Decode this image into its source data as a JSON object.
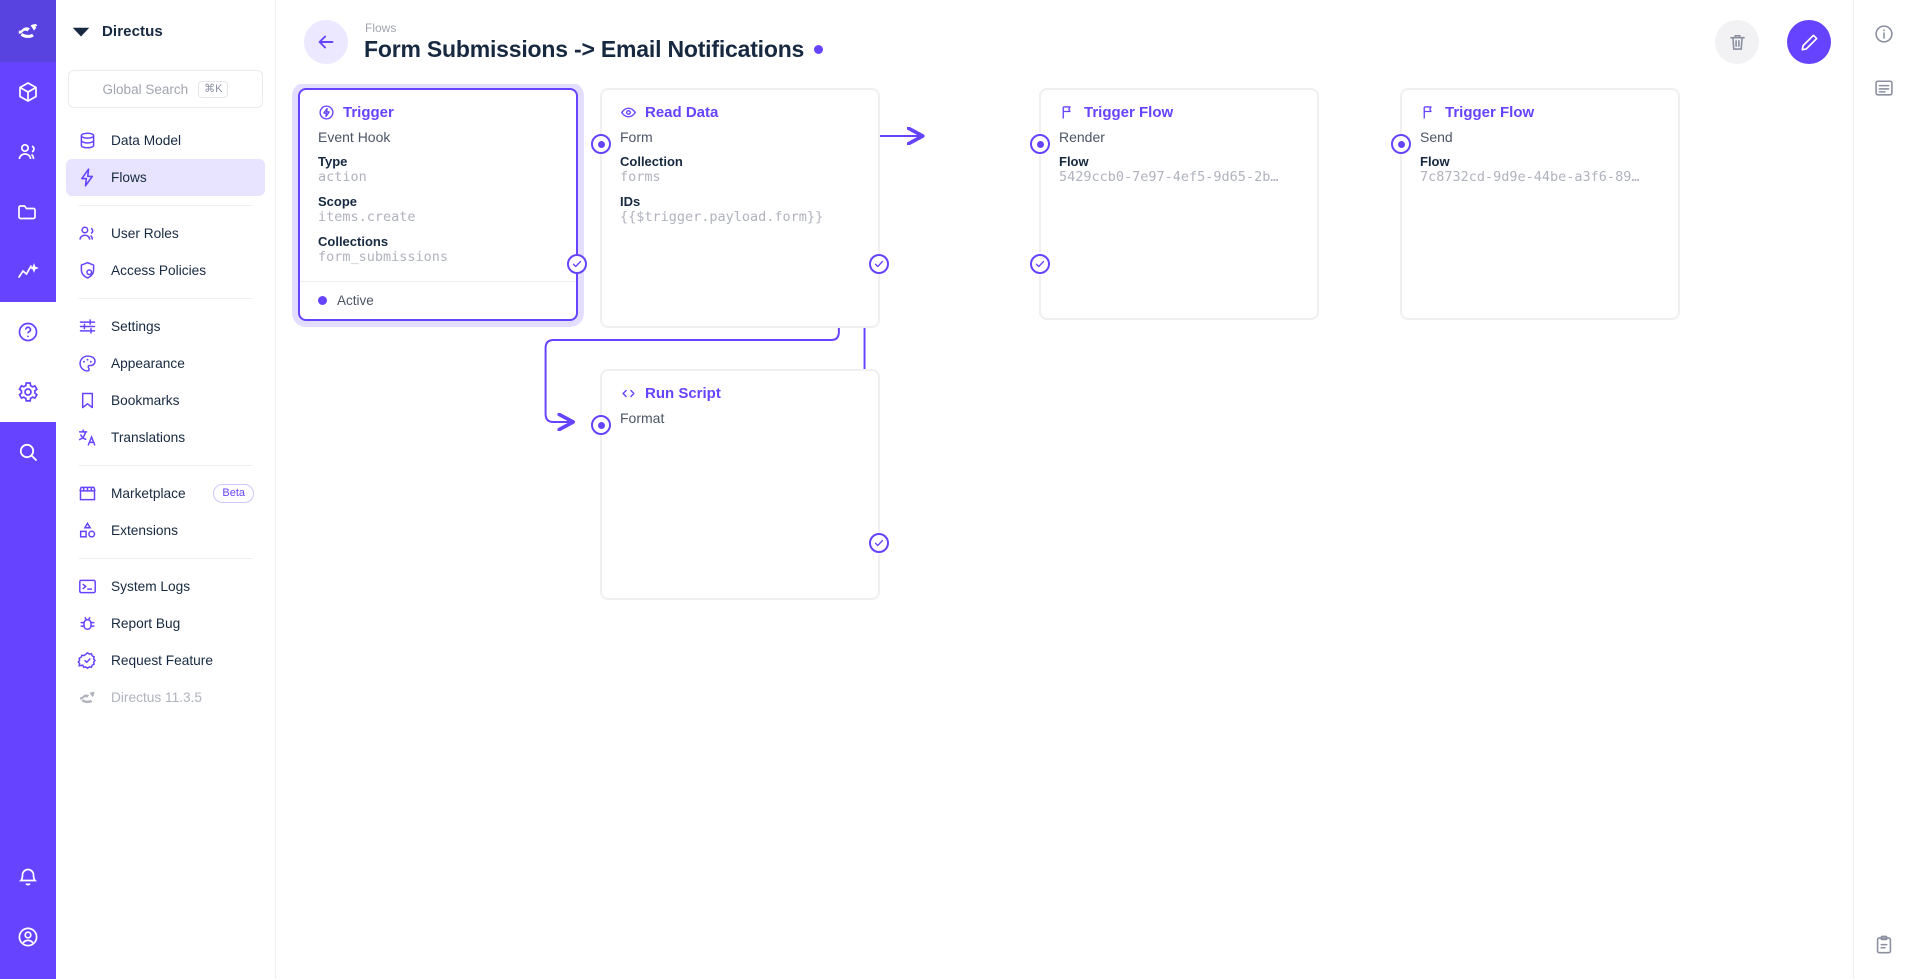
{
  "rail": {
    "logo_icon": "directus-rabbit-logo",
    "items": [
      {
        "name": "content-module",
        "icon": "box-icon"
      },
      {
        "name": "users-module",
        "icon": "users-icon"
      },
      {
        "name": "files-module",
        "icon": "folder-icon"
      },
      {
        "name": "insights-module",
        "icon": "analytics-icon"
      },
      {
        "name": "docs-module",
        "icon": "help-circle-icon"
      },
      {
        "name": "settings-module",
        "icon": "gear-icon"
      },
      {
        "name": "search-module",
        "icon": "search-icon"
      }
    ],
    "bottom": [
      {
        "name": "notifications",
        "icon": "bell-icon"
      },
      {
        "name": "account",
        "icon": "user-circle-icon"
      }
    ]
  },
  "sidebar": {
    "brand": "Directus",
    "search": {
      "placeholder": "Global Search",
      "shortcut": "⌘K"
    },
    "groups": [
      {
        "items": [
          {
            "label": "Data Model",
            "icon": "database-icon",
            "name": "data-model",
            "active": false
          },
          {
            "label": "Flows",
            "icon": "bolt-icon",
            "name": "flows",
            "active": true
          }
        ]
      },
      {
        "items": [
          {
            "label": "User Roles",
            "icon": "users-icon",
            "name": "user-roles",
            "active": false
          },
          {
            "label": "Access Policies",
            "icon": "shield-lock-icon",
            "name": "access-policies",
            "active": false
          }
        ]
      },
      {
        "items": [
          {
            "label": "Settings",
            "icon": "sliders-icon",
            "name": "settings",
            "active": false
          },
          {
            "label": "Appearance",
            "icon": "palette-icon",
            "name": "appearance",
            "active": false
          },
          {
            "label": "Bookmarks",
            "icon": "bookmark-icon",
            "name": "bookmarks",
            "active": false
          },
          {
            "label": "Translations",
            "icon": "translate-icon",
            "name": "translations",
            "active": false
          }
        ]
      },
      {
        "items": [
          {
            "label": "Marketplace",
            "icon": "store-icon",
            "name": "marketplace",
            "badge": "Beta",
            "active": false
          },
          {
            "label": "Extensions",
            "icon": "shapes-icon",
            "name": "extensions",
            "active": false
          }
        ]
      },
      {
        "items": [
          {
            "label": "System Logs",
            "icon": "terminal-icon",
            "name": "system-logs",
            "active": false
          },
          {
            "label": "Report Bug",
            "icon": "bug-icon",
            "name": "report-bug",
            "active": false
          },
          {
            "label": "Request Feature",
            "icon": "badge-check-icon",
            "name": "request-feature",
            "active": false
          },
          {
            "label": "Directus 11.3.5",
            "icon": "rabbit-icon",
            "name": "version",
            "muted": true,
            "active": false
          }
        ]
      }
    ]
  },
  "header": {
    "breadcrumb": "Flows",
    "title": "Form Submissions -> Email Notifications",
    "unsaved_indicator": true,
    "back_icon": "arrow-left-icon",
    "delete_icon": "trash-icon",
    "edit_icon": "pencil-icon"
  },
  "right_rail": {
    "items": [
      {
        "name": "info-sidebar-toggle",
        "icon": "info-circle-icon"
      },
      {
        "name": "logs-sidebar-toggle",
        "icon": "list-icon"
      }
    ],
    "bottom": [
      {
        "name": "notes-toggle",
        "icon": "clipboard-icon"
      }
    ]
  },
  "flow": {
    "nodes": [
      {
        "id": "trigger",
        "kind": "trigger",
        "header": "Trigger",
        "icon": "trigger-bolt-circle-icon",
        "subtitle": "Event Hook",
        "fields": [
          {
            "key": "Type",
            "value": "action"
          },
          {
            "key": "Scope",
            "value": "items.create"
          },
          {
            "key": "Collections",
            "value": "form_submissions"
          }
        ],
        "status": "Active"
      },
      {
        "id": "read-data",
        "kind": "operation",
        "header": "Read Data",
        "icon": "eye-icon",
        "subtitle": "Form",
        "fields": [
          {
            "key": "Collection",
            "value": "forms"
          },
          {
            "key": "IDs",
            "value": "{{$trigger.payload.form}}"
          }
        ]
      },
      {
        "id": "run-script",
        "kind": "operation",
        "header": "Run Script",
        "icon": "code-icon",
        "subtitle": "Format",
        "fields": []
      },
      {
        "id": "trigger-flow-render",
        "kind": "operation",
        "header": "Trigger Flow",
        "icon": "flag-icon",
        "subtitle": "Render",
        "fields": [
          {
            "key": "Flow",
            "value": "5429ccb0-7e97-4ef5-9d65-2b…"
          }
        ]
      },
      {
        "id": "trigger-flow-send",
        "kind": "operation",
        "header": "Trigger Flow",
        "icon": "flag-icon",
        "subtitle": "Send",
        "fields": [
          {
            "key": "Flow",
            "value": "7c8732cd-9d9e-44be-a3f6-89…"
          }
        ]
      }
    ]
  },
  "colors": {
    "brand": "#6644ff",
    "text": "#172940",
    "muted": "#b0b3bd",
    "rail_bg": "#6644ff",
    "active_item_bg": "#e8e4ff"
  }
}
